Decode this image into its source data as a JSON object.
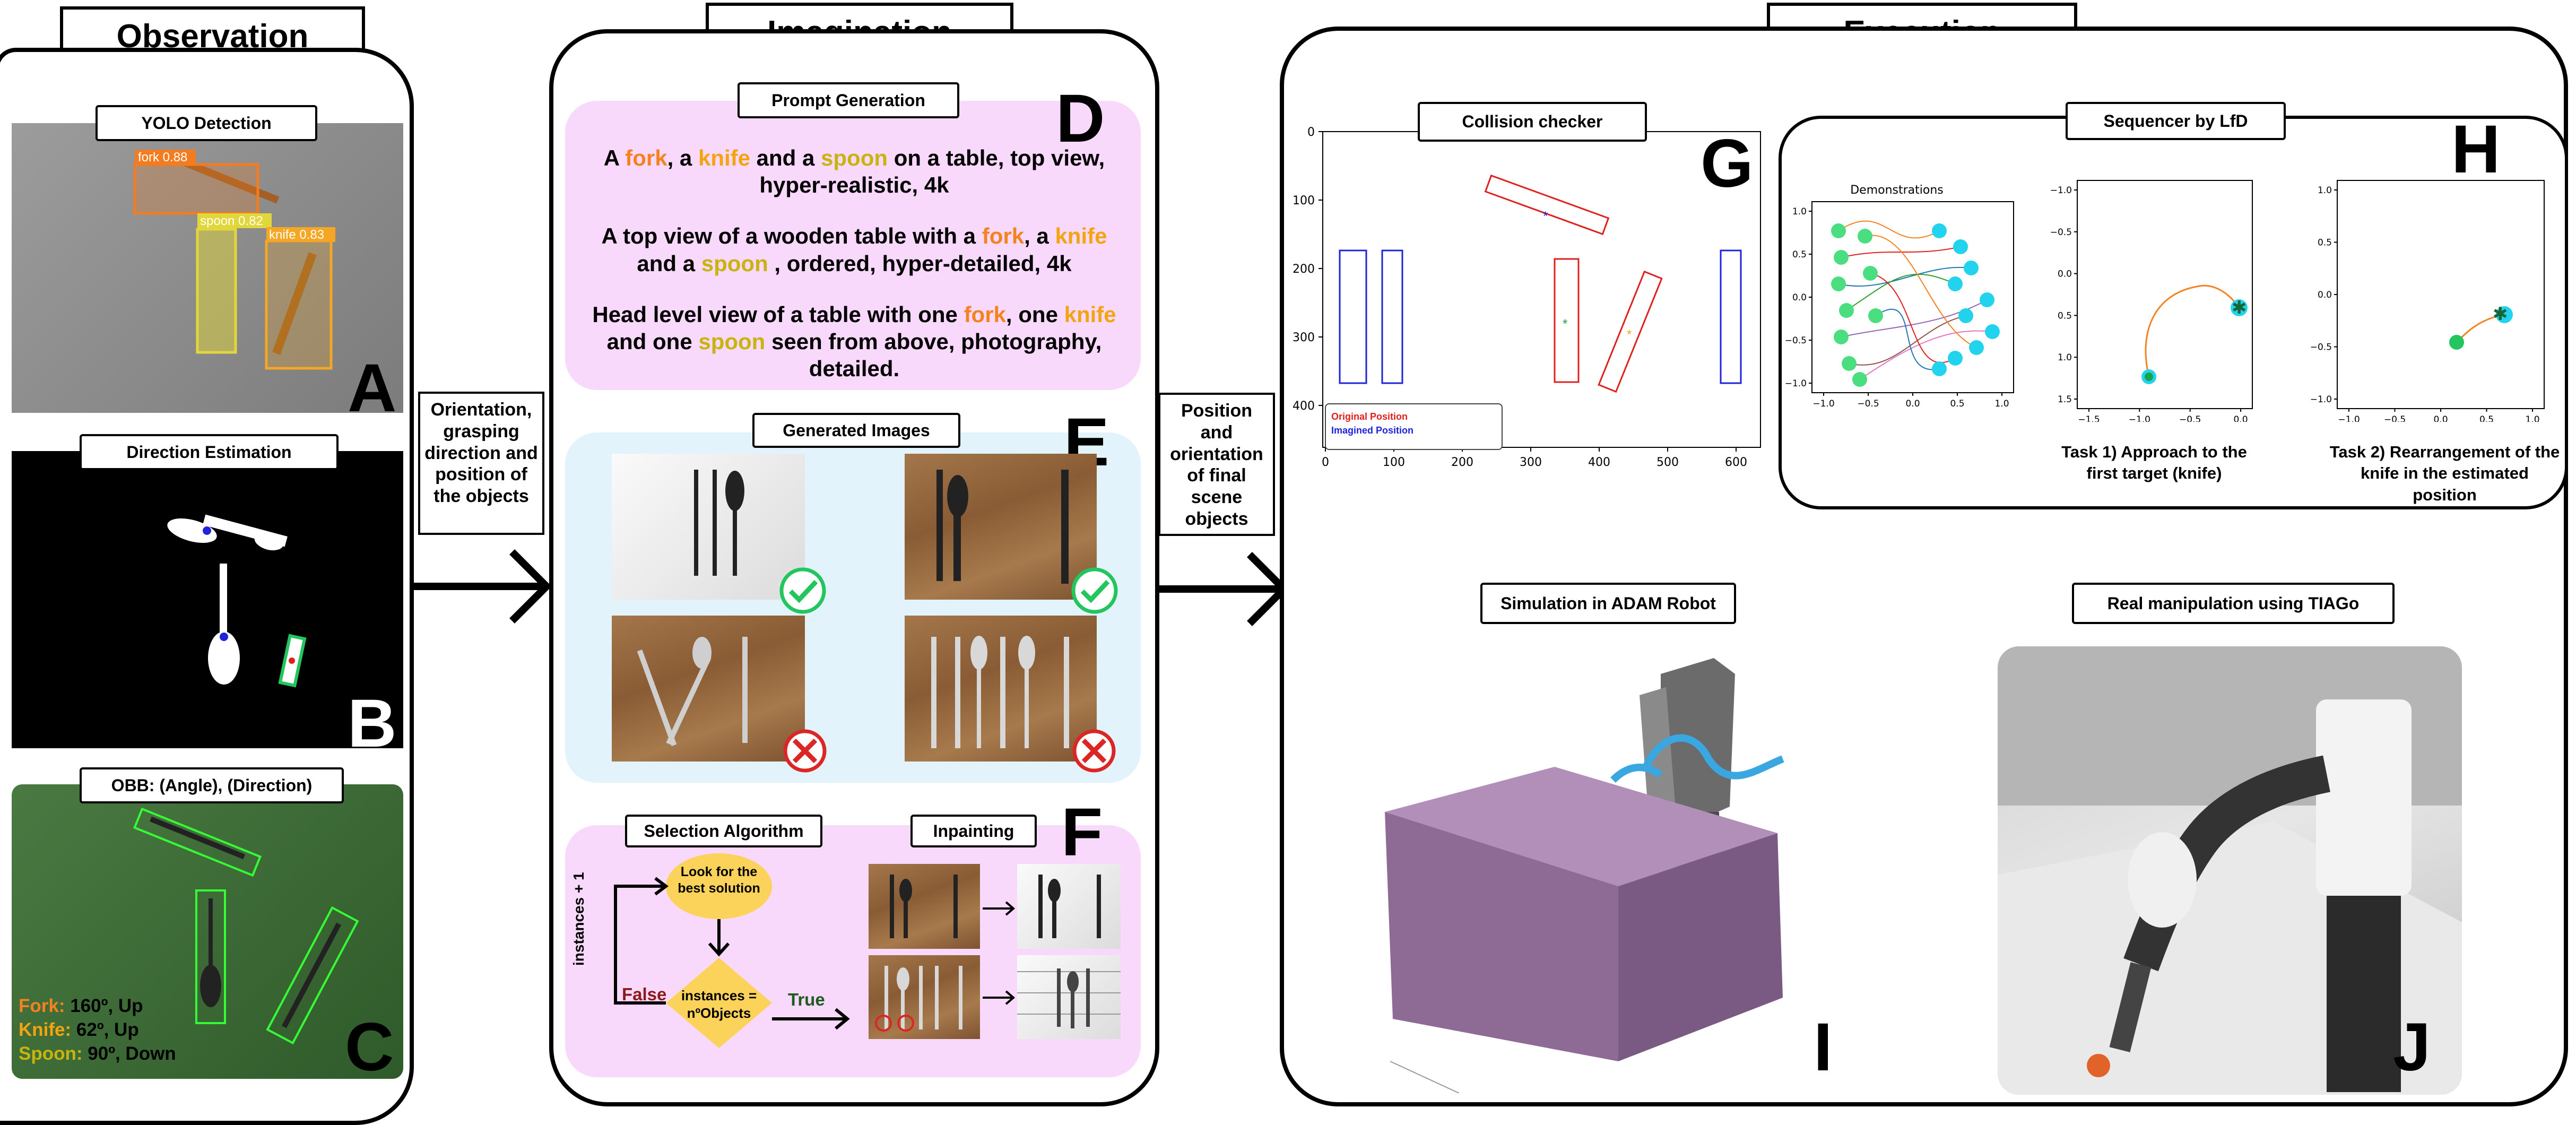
{
  "sections": {
    "observation": "Observation",
    "imagination": "Imagination",
    "execution": "Execution"
  },
  "observation": {
    "yolo": {
      "tag": "YOLO Detection",
      "letter": "A",
      "detections": [
        {
          "label": "fork 0.88",
          "color": "#f47c20"
        },
        {
          "label": "spoon 0.82",
          "color": "#e1d63a"
        },
        {
          "label": "knife 0.83",
          "color": "#f5a623"
        }
      ]
    },
    "direction": {
      "tag": "Direction Estimation",
      "letter": "B"
    },
    "obb": {
      "tag": "OBB: (Angle), (Direction)",
      "letter": "C",
      "rows": [
        {
          "name": "Fork:",
          "value": "160º, Up",
          "color": "#f5821f"
        },
        {
          "name": "Knife:",
          "value": "62º, Up",
          "color": "#f3a40f"
        },
        {
          "name": "Spoon:",
          "value": "90º, Down",
          "color": "#c7b40e"
        }
      ]
    }
  },
  "arrows": {
    "left_label": "Orientation, grasping direction and position of the objects",
    "right_label": "Position and orientation of final scene objects"
  },
  "imagination": {
    "prompt": {
      "tag": "Prompt Generation",
      "letter": "D",
      "p1": {
        "a": "A ",
        "fork": "fork",
        "b": ", a ",
        "knife": "knife",
        "c": " and a ",
        "spoon": "spoon",
        "d": " on a table, top view, hyper-realistic, 4k"
      },
      "p2": {
        "a": "A top view of a wooden table with a ",
        "fork": "fork",
        "b": ", a ",
        "knife": "knife",
        "c": " and a ",
        "spoon": "spoon",
        "d": " , ordered, hyper-detailed, 4k"
      },
      "p3": {
        "a": "Head level view of a table with one ",
        "fork": "fork",
        "b": ", one ",
        "knife": "knife",
        "c": " and one ",
        "spoon": "spoon",
        "d": " seen from above, photography, detailed."
      }
    },
    "generated": {
      "tag": "Generated Images",
      "letter": "E"
    },
    "selection": {
      "tag": "Selection Algorithm",
      "letter": "F",
      "look": "Look for the best solution",
      "decision": "instances = nºObjects",
      "false": "False",
      "true": "True",
      "loop": "instances + 1"
    },
    "inpainting": {
      "tag": "Inpainting"
    }
  },
  "execution": {
    "collision": {
      "tag": "Collision checker",
      "letter": "G",
      "legend": [
        "Original Position",
        "Imagined Position"
      ],
      "colors": {
        "original": "#e0201e",
        "imagined": "#1f24d8"
      },
      "x_ticks": [
        "0",
        "100",
        "200",
        "300",
        "400",
        "500",
        "600"
      ],
      "y_ticks": [
        "0",
        "100",
        "200",
        "300",
        "400"
      ]
    },
    "sequencer": {
      "tag": "Sequencer by LfD",
      "letter": "H",
      "plot1_title": "Demonstrations",
      "plot1_xticks": [
        "−1.0",
        "−0.5",
        "0.0",
        "0.5",
        "1.0"
      ],
      "plot1_yticks": [
        "1.0",
        "0.5",
        "0.0",
        "−0.5",
        "−1.0"
      ],
      "plot2_xticks": [
        "−1.5",
        "−1.0",
        "−0.5",
        "0.0"
      ],
      "plot2_yticks": [
        "−1.0",
        "−0.5",
        "0.0",
        "0.5",
        "1.0",
        "1.5"
      ],
      "plot3_xticks": [
        "−1.0",
        "−0.5",
        "0.0",
        "0.5",
        "1.0"
      ],
      "plot3_yticks": [
        "1.0",
        "0.5",
        "0.0",
        "−0.5",
        "−1.0"
      ],
      "task1": "Task 1) Approach to the first target (knife)",
      "task2": "Task 2) Rearrangement of the knife in the estimated position"
    },
    "simulation": {
      "tag": "Simulation in ADAM Robot",
      "letter": "I"
    },
    "real": {
      "tag": "Real manipulation using TIAGo",
      "letter": "J"
    }
  }
}
